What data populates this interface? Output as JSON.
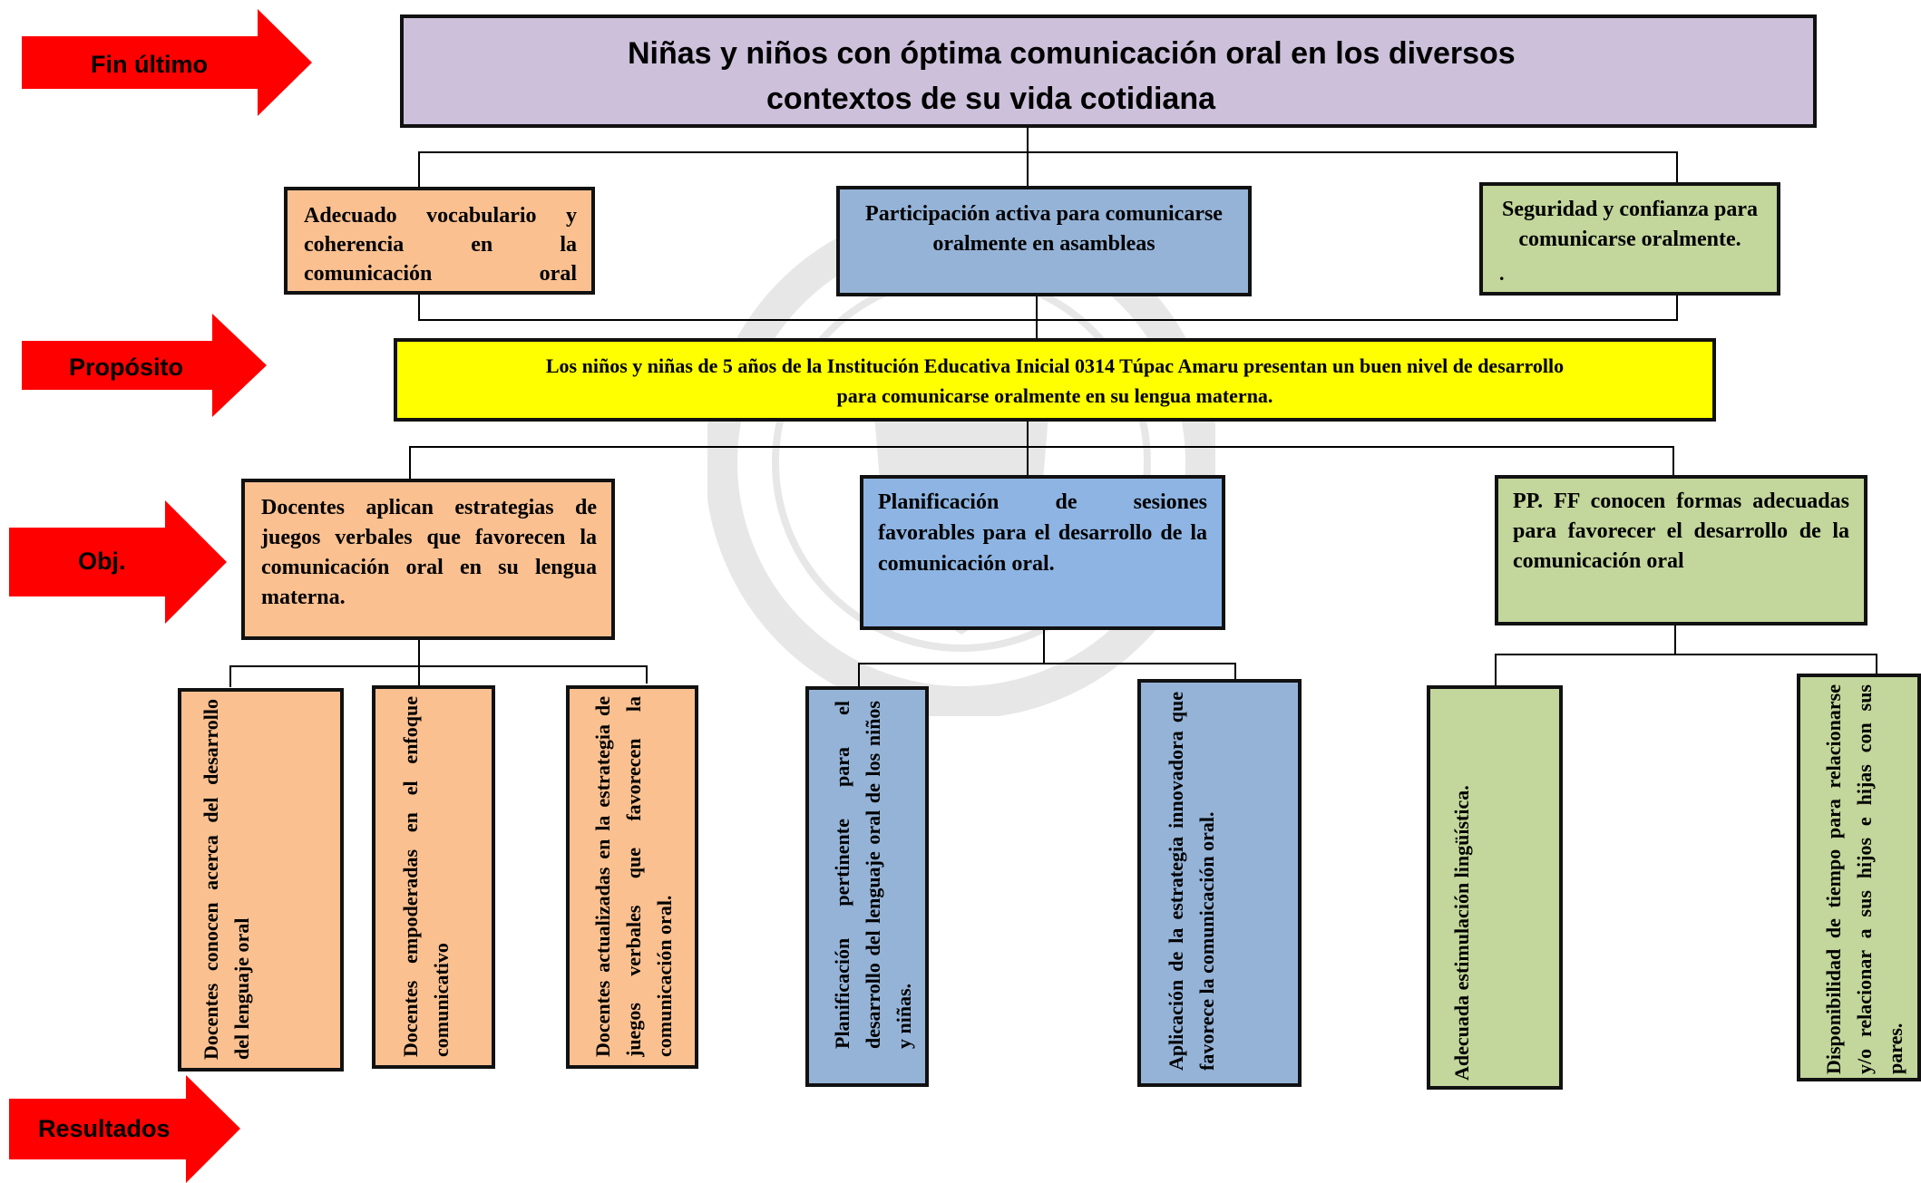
{
  "labels": {
    "fin": "Fin último",
    "proposito": "Propósito",
    "obj": "Obj.",
    "resultados": "Resultados"
  },
  "fin_ultimo": {
    "line1": "Niñas y niños con óptima comunicación oral en los diversos",
    "line2": "contextos de su vida cotidiana"
  },
  "level2": {
    "left": "Adecuado vocabulario y coherencia en la comunicación oral",
    "center": "Participación activa para comunicarse oralmente en asambleas",
    "right": "Seguridad y confianza para comunicarse oralmente.",
    "right_dot": "."
  },
  "proposito": {
    "line1": "Los niños y niñas de 5 años  de la Institución Educativa Inicial 0314 Túpac Amaru presentan un buen nivel de desarrollo",
    "line2": "para comunicarse oralmente en su lengua materna."
  },
  "objetivos": {
    "left": "Docentes aplican estrategias de juegos verbales que favorecen la comunicación oral en su lengua materna.",
    "center": "Planificación de sesiones favorables para el desarrollo de la comunicación oral.",
    "right": "PP. FF conocen formas adecuadas para favorecer el desarrollo de la comunicación oral"
  },
  "resultados": {
    "r1": "Docentes conocen acerca del desarrollo del lenguaje oral",
    "r2": "Docentes empoderadas en el enfoque comunicativo",
    "r3": "Docentes actualizadas en la estrategia de juegos verbales que favorecen la comunicación oral.",
    "r4": "Planificación pertinente para el desarrollo del lenguaje oral de los niños y niñas.",
    "r5": "Aplicación de la estrategia innovadora que favorece la comunicación oral.",
    "r6": "Adecuada estimulación lingüística.",
    "r7": "Disponibilidad de tiempo para relacionarse y/o relacionar a sus hijos e hijas con sus pares."
  },
  "colors": {
    "arrow": "#ff0000",
    "fin_box": "#ccc0da",
    "orange": "#fac090",
    "blue": "#95b3d7",
    "blue_obj": "#8db4e2",
    "green": "#c3d69b",
    "yellow": "#ffff00"
  }
}
